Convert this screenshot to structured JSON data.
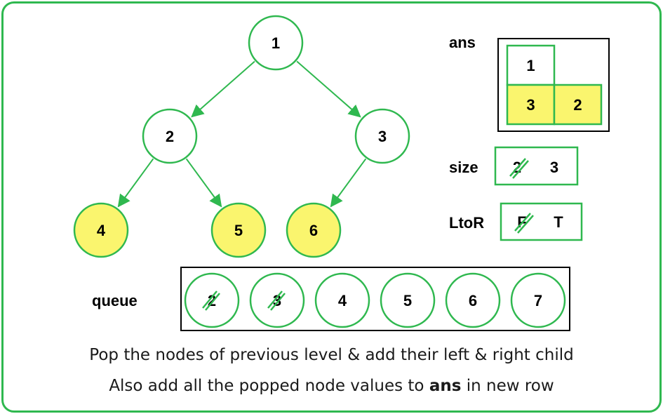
{
  "tree": {
    "nodes": [
      {
        "id": "1",
        "label": "1",
        "highlight": false
      },
      {
        "id": "2",
        "label": "2",
        "highlight": false
      },
      {
        "id": "3",
        "label": "3",
        "highlight": false
      },
      {
        "id": "4",
        "label": "4",
        "highlight": true
      },
      {
        "id": "5",
        "label": "5",
        "highlight": true
      },
      {
        "id": "6",
        "label": "6",
        "highlight": true
      }
    ],
    "edges": [
      {
        "from": "1",
        "to": "2"
      },
      {
        "from": "1",
        "to": "3"
      },
      {
        "from": "2",
        "to": "4"
      },
      {
        "from": "2",
        "to": "5"
      },
      {
        "from": "3",
        "to": "6"
      }
    ]
  },
  "ans": {
    "label": "ans",
    "rows": [
      [
        "1"
      ],
      [
        "3",
        "2"
      ]
    ]
  },
  "size": {
    "label": "size",
    "old": "2",
    "new": "3"
  },
  "ltor": {
    "label": "LtoR",
    "old": "F",
    "new": "T"
  },
  "queue": {
    "label": "queue",
    "items": [
      {
        "value": "2",
        "popped": true
      },
      {
        "value": "3",
        "popped": true
      },
      {
        "value": "4",
        "popped": false
      },
      {
        "value": "5",
        "popped": false
      },
      {
        "value": "6",
        "popped": false
      },
      {
        "value": "7",
        "popped": false
      }
    ]
  },
  "caption": {
    "line1": "Pop the nodes of previous level & add their left & right child",
    "line2_prefix": "Also add all the popped node values to ",
    "line2_bold": "ans",
    "line2_suffix": " in new row"
  },
  "colors": {
    "green": "#2fb84f",
    "highlight": "#faf56e",
    "border": "#000000"
  }
}
